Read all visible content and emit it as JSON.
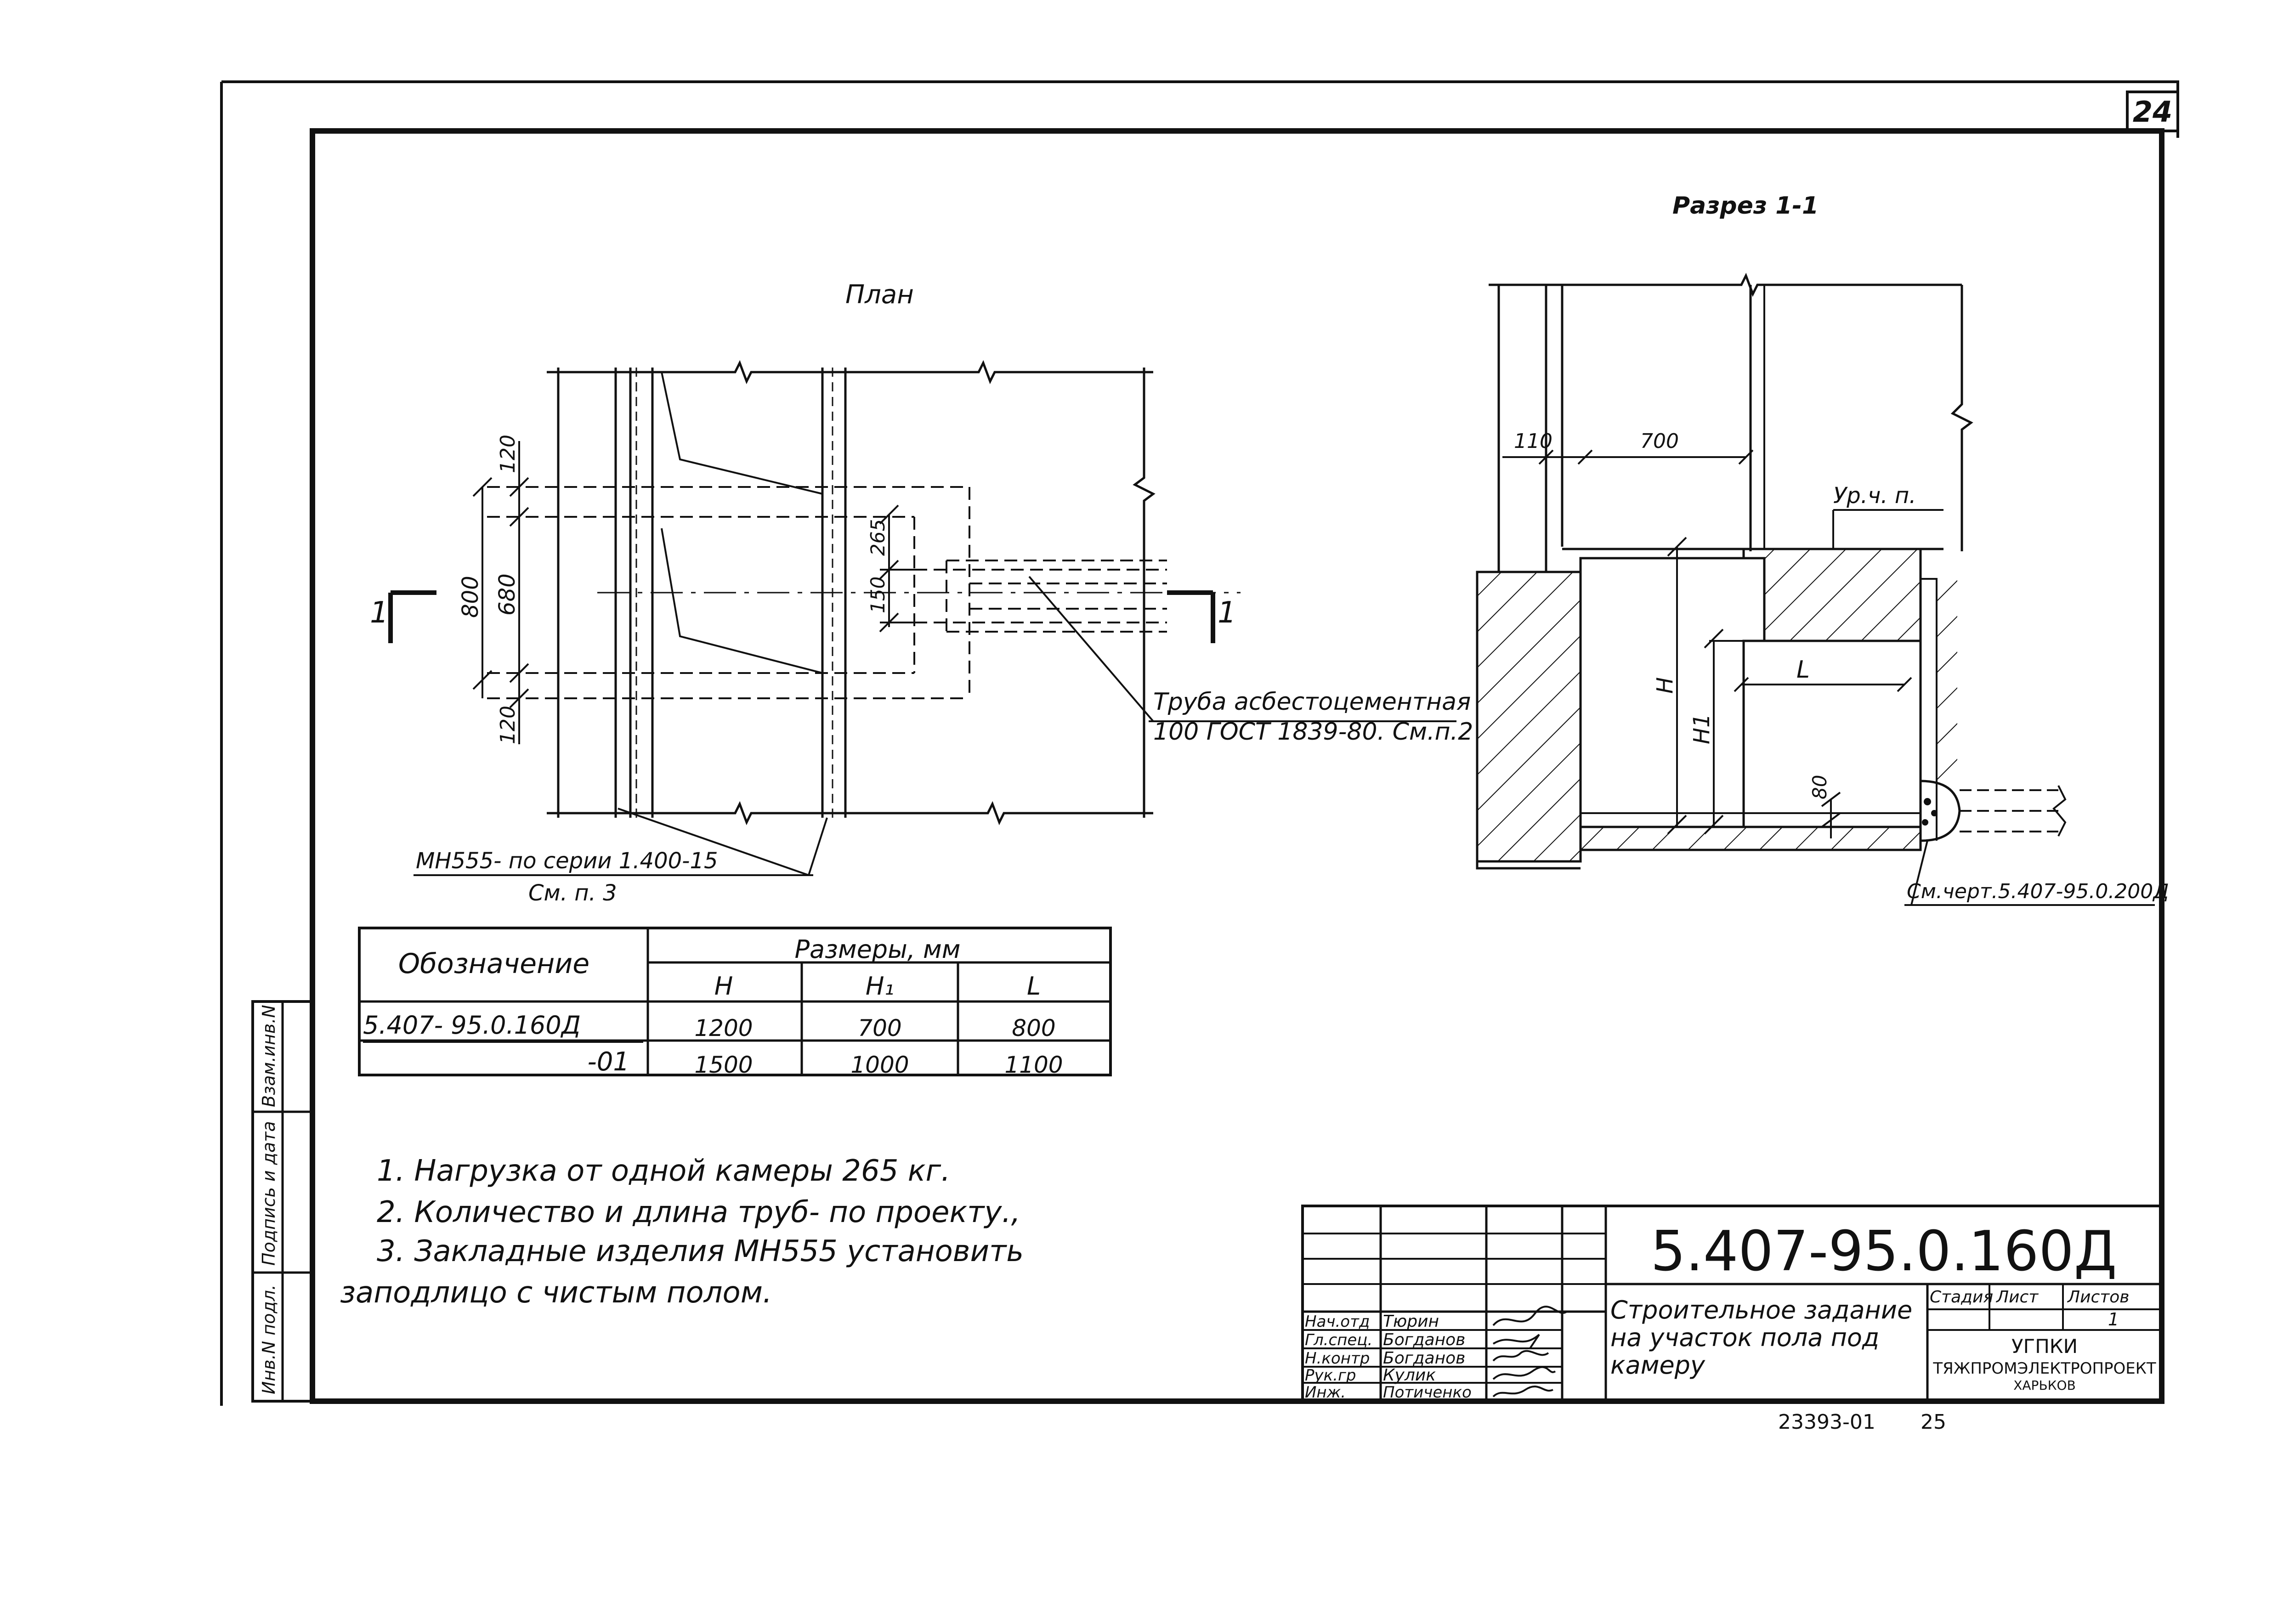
{
  "sheet_number": "24",
  "views": {
    "plan_title": "План",
    "section_title": "Разрез 1-1",
    "cut_label": "1"
  },
  "plan_dims": {
    "d120_top": "120",
    "d800": "800",
    "d680": "680",
    "d120_bottom": "120",
    "d265": "265",
    "d150": "150"
  },
  "callouts": {
    "pipe_line1": "Труба асбестоцементная",
    "pipe_line2": "100 ГОСТ 1839-80. См.п.2",
    "mn_line1": "МН555- по серии 1.400-15",
    "mn_line2": "См. п. 3",
    "ref_drawing": "См.черт.5.407-95.0.200Д"
  },
  "section_dims": {
    "d110": "110",
    "d700": "700",
    "floor_level": "Ур.ч. п.",
    "H": "H",
    "H1": "H1",
    "L": "L",
    "d80": "80"
  },
  "table": {
    "col_designation": "Обозначение",
    "col_sizes": "Размеры, мм",
    "sub_H": "H",
    "sub_H1": "H₁",
    "sub_L": "L",
    "rows": [
      {
        "designation": "5.407- 95.0.160Д",
        "H": "1200",
        "H1": "700",
        "L": "800"
      },
      {
        "designation": "-01",
        "H": "1500",
        "H1": "1000",
        "L": "1100"
      }
    ]
  },
  "notes": [
    "1. Нагрузка от одной камеры 265 кг.",
    "2. Количество и длина труб- по проекту.,",
    "3. Закладные изделия МН555 установить",
    "заподлицо с чистым полом."
  ],
  "side_stamp": {
    "inv_podl": "Инв.N подл.",
    "podpis": "Подпись и дата",
    "vzam": "Взам.инв.N"
  },
  "title_block": {
    "code": "5.407-95.0.160Д",
    "title_line1": "Строительное задание",
    "title_line2": "на участок пола под",
    "title_line3": "камеру",
    "stage_label": "Стадия",
    "sheet_label": "Лист",
    "sheets_label": "Листов",
    "sheets_value": "1",
    "org_line1": "УГПКИ",
    "org_line2": "ТЯЖПРОМЭЛЕКТРОПРОЕКТ",
    "org_line3": "ХАРЬКОВ",
    "signers": [
      {
        "role": "Нач.отд",
        "name": "Тюрин"
      },
      {
        "role": "Гл.спец.",
        "name": "Богданов"
      },
      {
        "role": "Н.контр",
        "name": "Богданов"
      },
      {
        "role": "Рук.гр",
        "name": "Кулик"
      },
      {
        "role": "Инж.",
        "name": "Потиченко"
      }
    ]
  },
  "footer": {
    "archive_no": "23393-01",
    "page_no": "25"
  }
}
